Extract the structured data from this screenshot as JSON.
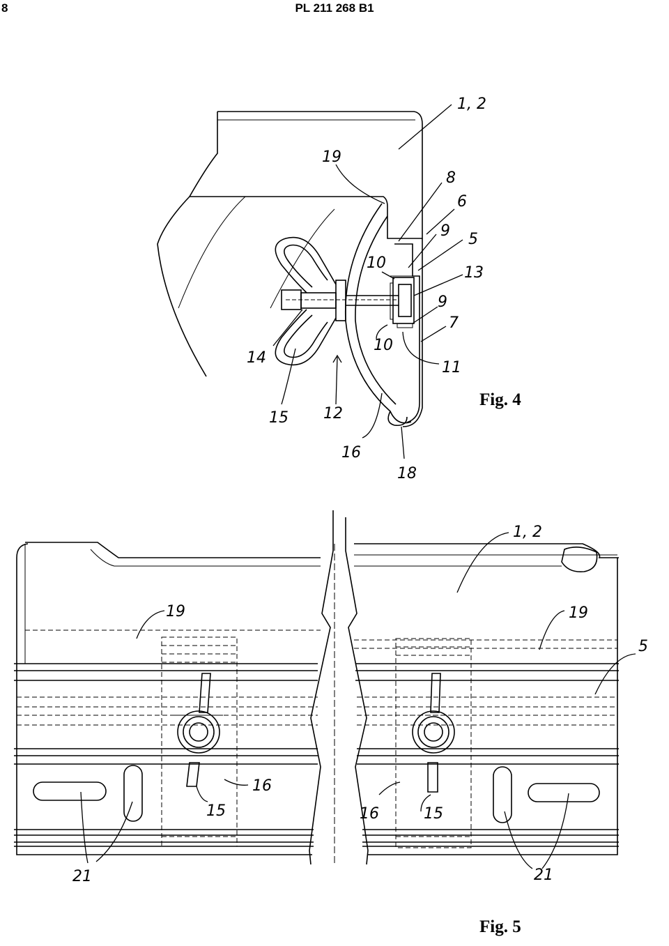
{
  "header": {
    "page_number": "8",
    "patent_number": "PL 211 268 B1"
  },
  "figures": {
    "fig4": {
      "caption": "Fig. 4",
      "labels": {
        "l_1_2": "1, 2",
        "l_19": "19",
        "l_8": "8",
        "l_6": "6",
        "l_9a": "9",
        "l_5": "5",
        "l_10a": "10",
        "l_13": "13",
        "l_9b": "9",
        "l_7": "7",
        "l_10b": "10",
        "l_11": "11",
        "l_14": "14",
        "l_15": "15",
        "l_12": "12",
        "l_16": "16",
        "l_18": "18"
      }
    },
    "fig5": {
      "caption": "Fig. 5",
      "labels": {
        "l_1_2": "1, 2",
        "l_19a": "19",
        "l_19b": "19",
        "l_5": "5",
        "l_16a": "16",
        "l_15a": "15",
        "l_16b": "16",
        "l_15b": "15",
        "l_21a": "21",
        "l_21b": "21"
      }
    }
  }
}
